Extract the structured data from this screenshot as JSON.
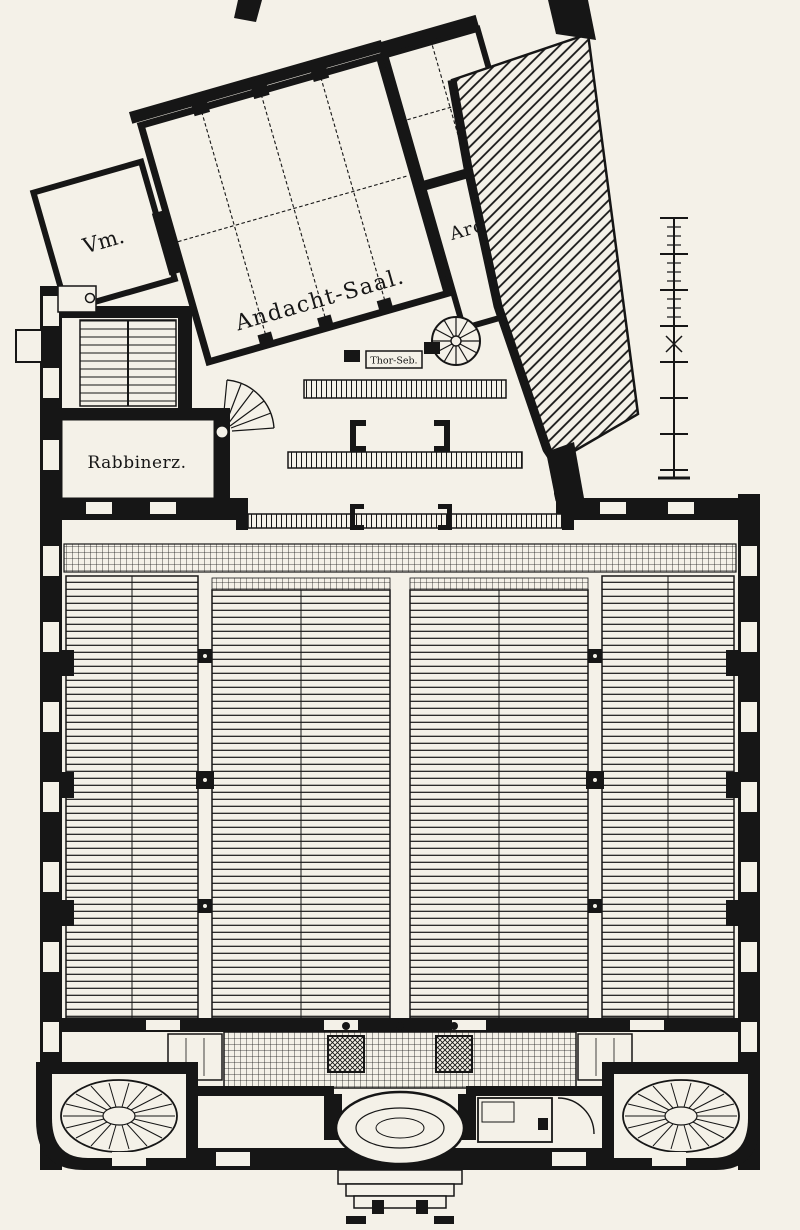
{
  "colors": {
    "paper": "#f4f1e8",
    "ink": "#161616"
  },
  "rooms": {
    "vm": {
      "label": "Vm."
    },
    "andacht_saal": {
      "label": "Andacht-Saal."
    },
    "archiv": {
      "label": "Archiv."
    },
    "rabbinerz": {
      "label": "Rabbinerz."
    },
    "thor": {
      "label": "Thor-Seb."
    }
  }
}
